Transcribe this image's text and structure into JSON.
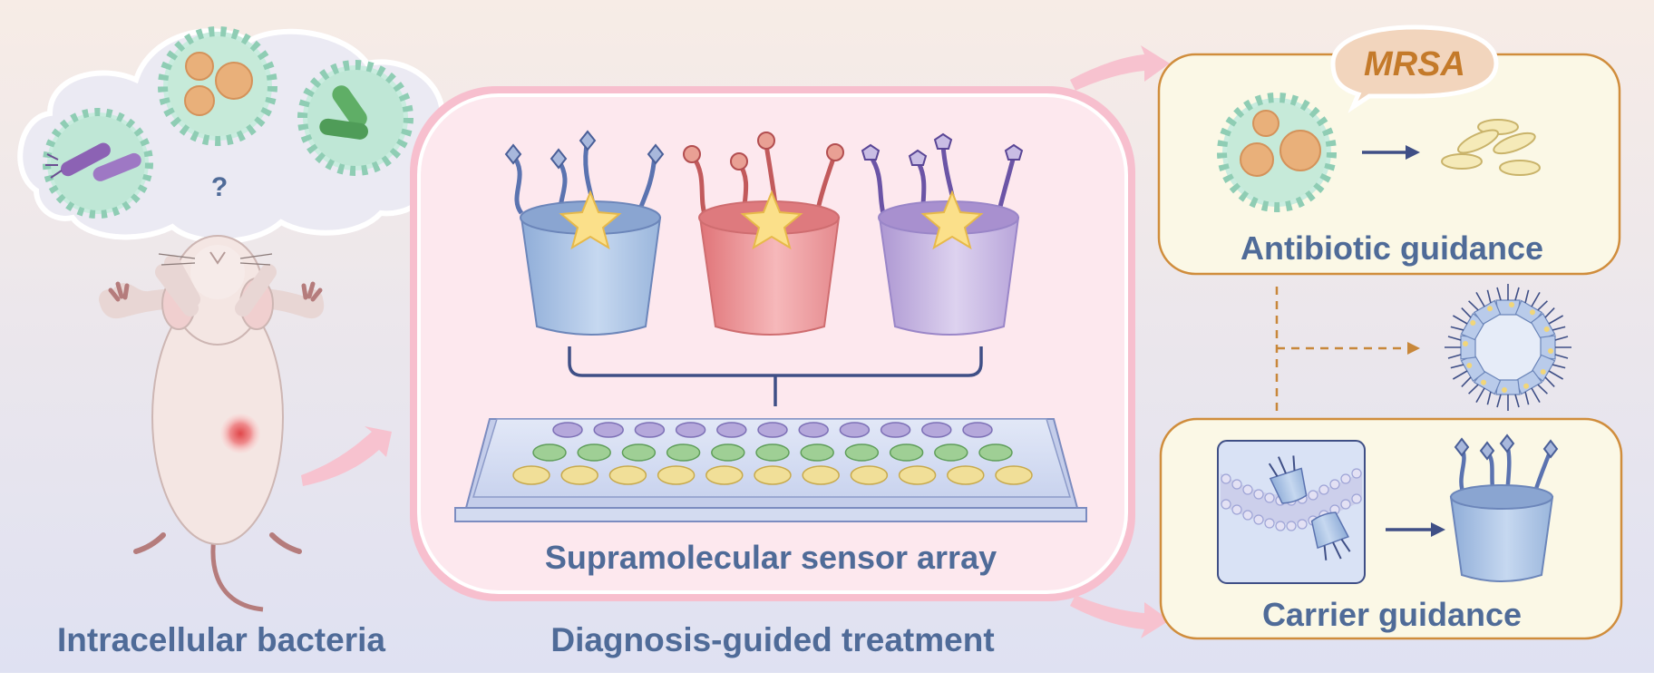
{
  "labels": {
    "intracellular": "Intracellular bacteria",
    "diagnosis": "Diagnosis-guided treatment",
    "sensor_array": "Supramolecular sensor array",
    "antibiotic": "Antibiotic guidance",
    "carrier": "Carrier guidance",
    "mrsa": "MRSA",
    "question": "?"
  },
  "colors": {
    "label_blue": "#4f6b98",
    "mrsa_orange": "#c47a2a",
    "panel_pink": "#fde8ee",
    "panel_pink_border": "#f4b6c6",
    "panel_cream": "#fbf8e6",
    "panel_cream_border": "#d08d3c",
    "cup_blue": "#aec6e6",
    "cup_red": "#eb8f93",
    "cup_purple": "#c5b3df",
    "well_purple": "#b5a8db",
    "well_green": "#9fcf95",
    "well_yellow": "#f1df98",
    "cell_green": "#a8e0c8",
    "arrow_pink": "#f7c2cf"
  },
  "plate": {
    "rows": 3,
    "columns": 11
  }
}
